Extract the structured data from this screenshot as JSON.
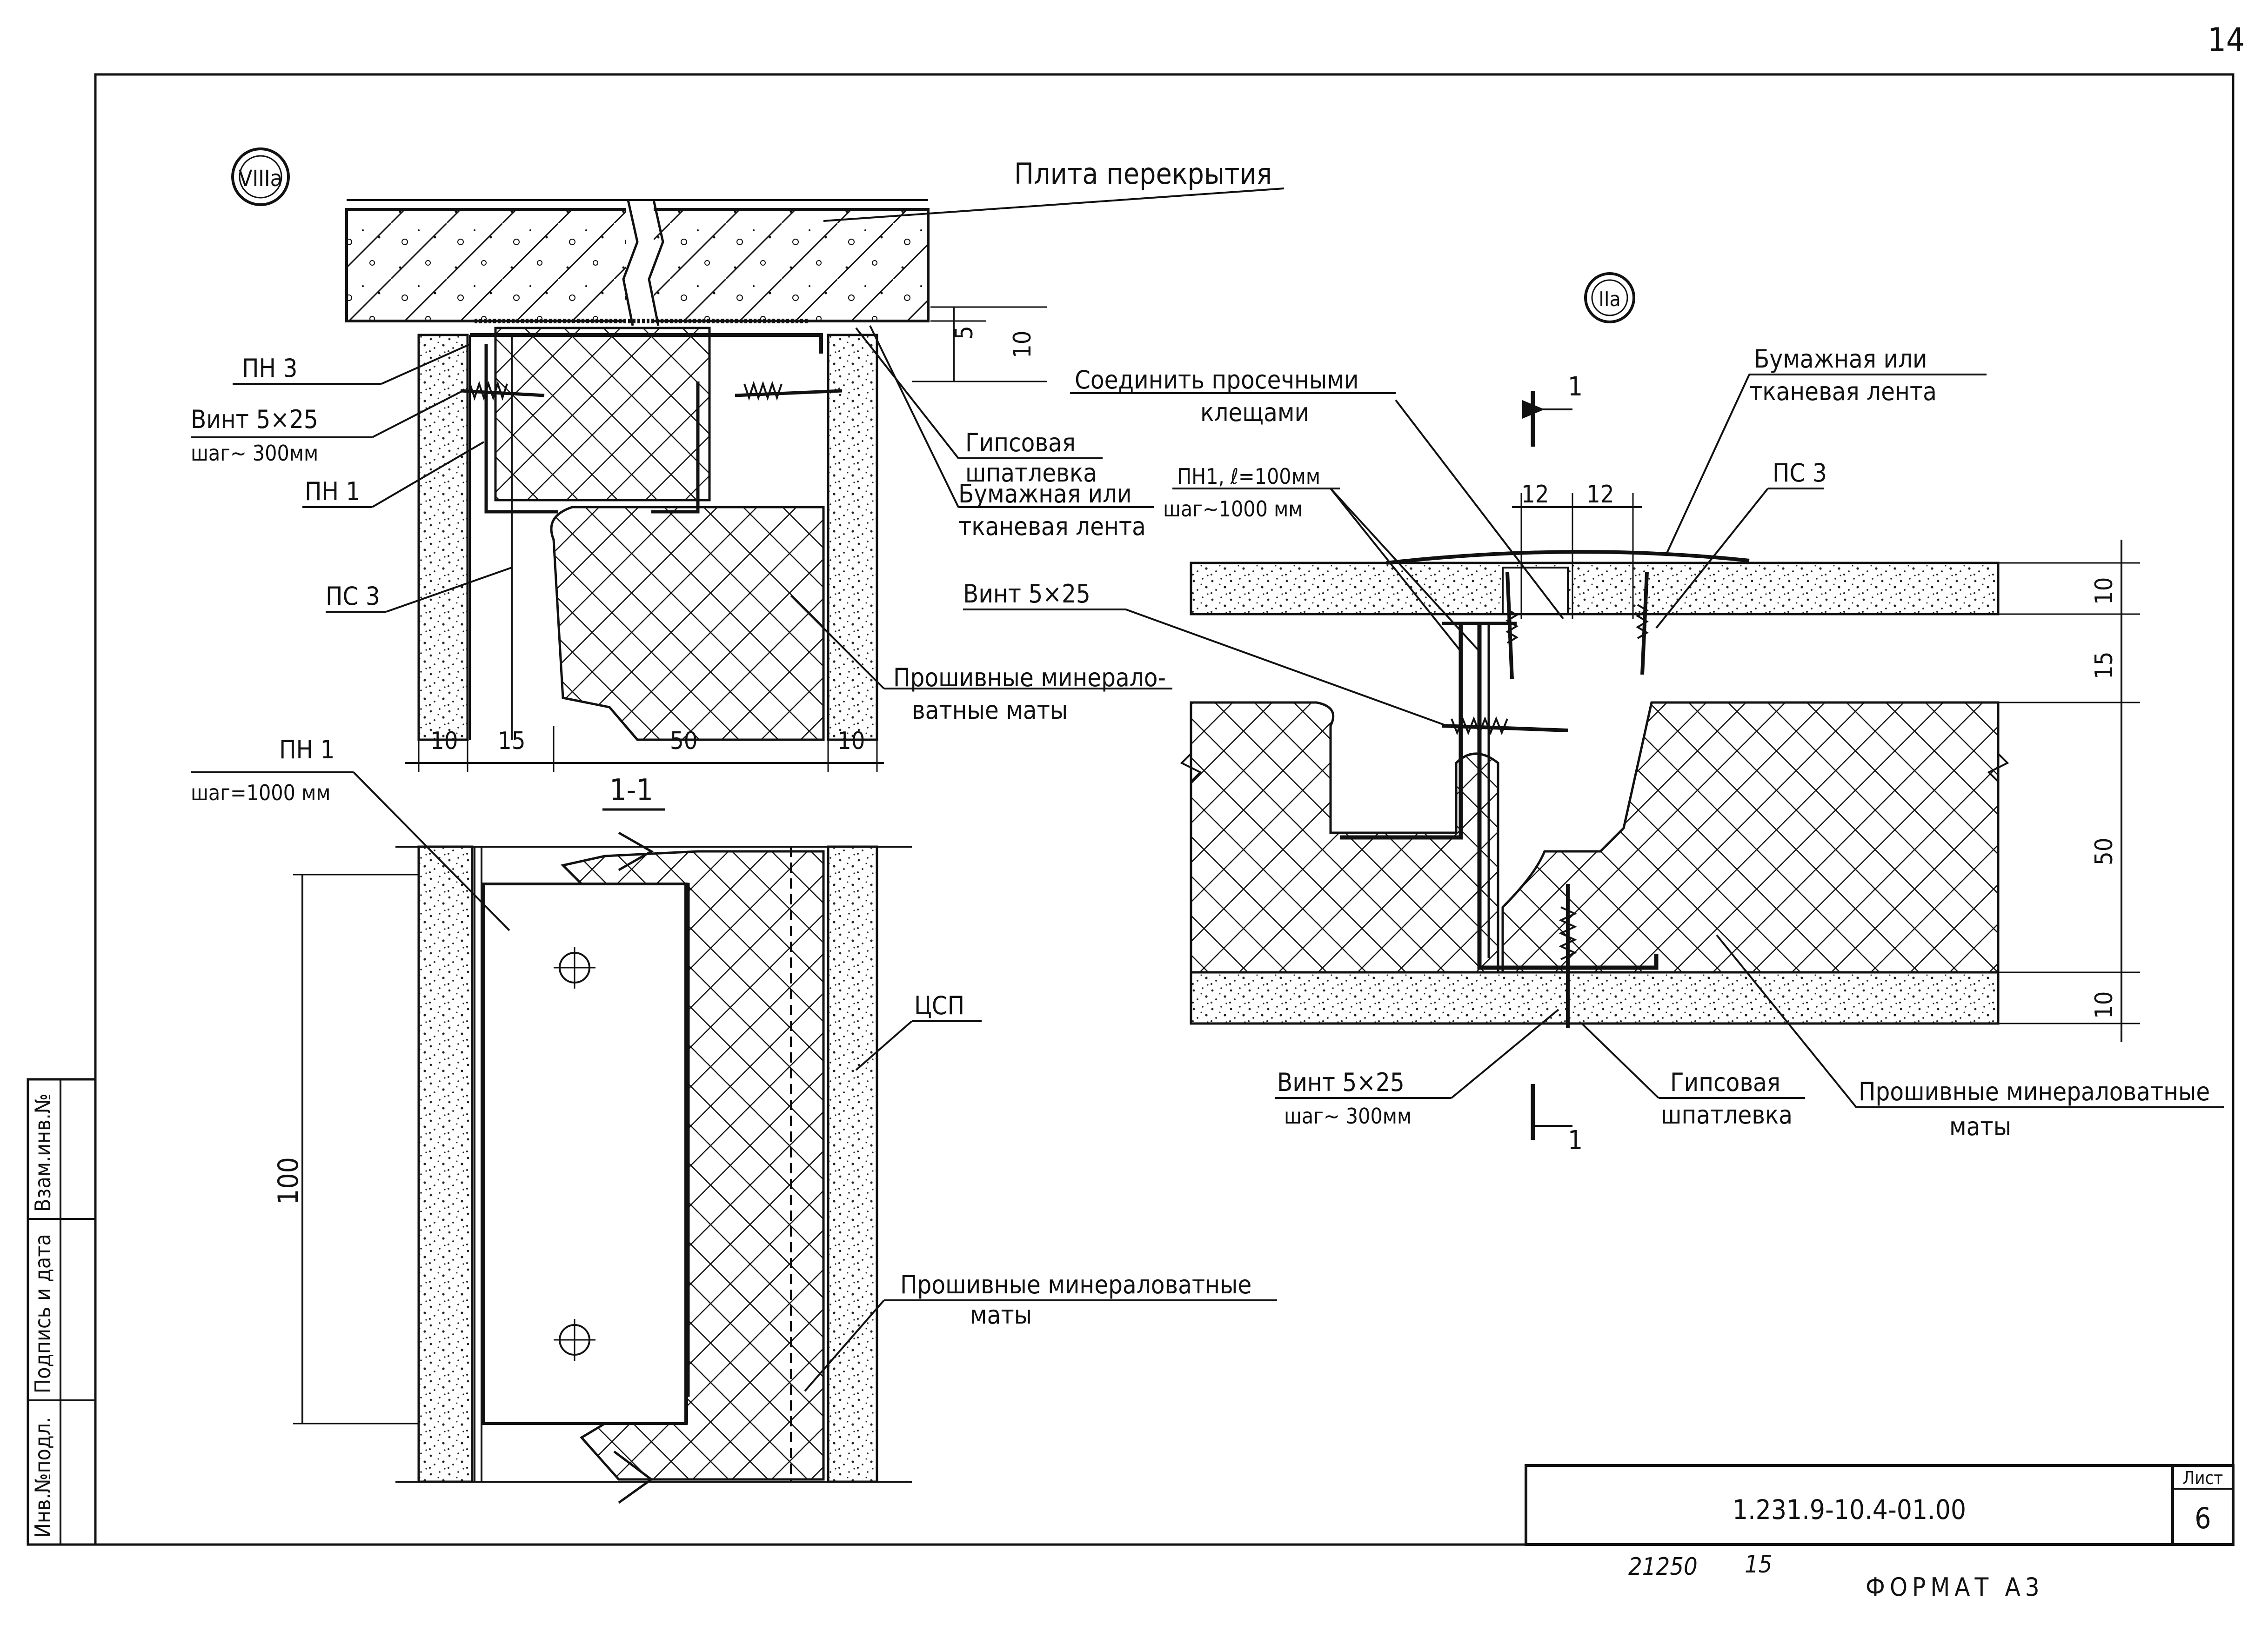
{
  "page_number": "14",
  "detail_markers": {
    "left": "VIIIa",
    "right": "IIa"
  },
  "section_title": "1-1",
  "section_marks": {
    "top": "1",
    "bottom": "1"
  },
  "labels_left": {
    "floor_slab": "Плита перекрытия",
    "pn3": "ПН 3",
    "screw": "Винт 5×25",
    "screw_step": "шаг~ 300мм",
    "pn1": "ПН 1",
    "ps3": "ПС 3",
    "gypsum_1": "Гипсовая",
    "gypsum_2": "шпатлевка",
    "tape_1": "Бумажная или",
    "tape_2": "тканевая лента",
    "mats_1": "Прошивные минерало-",
    "mats_2": "ватные маты"
  },
  "dims_left": [
    "10",
    "15",
    "50",
    "10"
  ],
  "dims_left_vertical": [
    "5",
    "10"
  ],
  "labels_section": {
    "pn1": "ПН 1",
    "pn1_step": "шаг=1000 мм",
    "tsp": "ЦСП",
    "mats_1": "Прошивные минераловатные",
    "mats_2": "маты",
    "dim_height": "100"
  },
  "labels_right": {
    "join_1": "Соединить просечными",
    "join_2": "клещами",
    "tape_1": "Бумажная или",
    "tape_2": "тканевая лента",
    "pn1_len": "ПН1, ℓ=100мм",
    "pn1_step": "шаг~1000 мм",
    "ps3": "ПС 3",
    "screw": "Винт 5×25",
    "screw_bottom": "Винт 5×25",
    "screw_bottom_step": "шаг~ 300мм",
    "gypsum_1": "Гипсовая",
    "gypsum_2": "шпатлевка",
    "mats_1": "Прошивные минераловатные",
    "mats_2": "маты"
  },
  "dims_right_top": [
    "12",
    "12"
  ],
  "dims_right_side": [
    "10",
    "15",
    "50",
    "10"
  ],
  "stamp_side": [
    "Инв.№подл.",
    "Подпись и дата",
    "Взам.инв.№"
  ],
  "title_block": {
    "code": "1.231.9-10.4-01.00",
    "sheet_label": "Лист",
    "sheet_number": "6"
  },
  "footer": {
    "number_1": "21250",
    "number_2": "15",
    "format": "ФОРМАТ А3"
  }
}
